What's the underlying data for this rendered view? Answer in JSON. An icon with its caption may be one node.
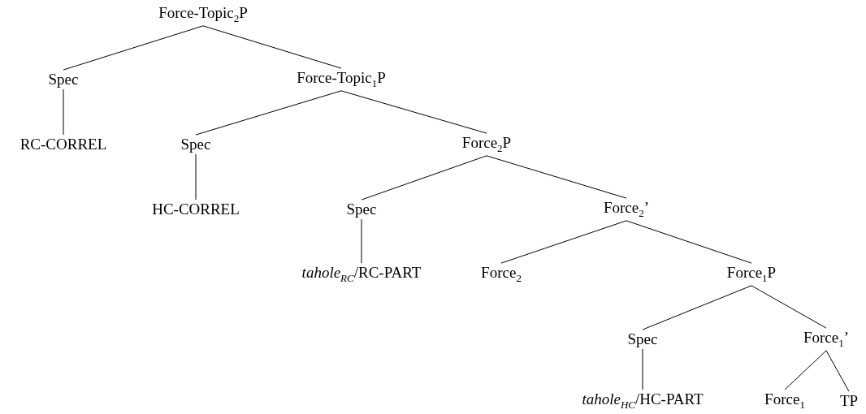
{
  "diagram": {
    "nodes": [
      {
        "text": [
          "Force-Topic$_{2}$P"
        ]
      },
      {
        "text": [
          "Spec"
        ]
      },
      {
        "text": [
          "Force-Topic$_{1}$P"
        ]
      },
      {
        "text": [
          "RC-CORREL"
        ]
      },
      {
        "text": [
          "Spec"
        ]
      },
      {
        "text": [
          "Force$_{2}$P"
        ]
      },
      {
        "text": [
          "HC-CORREL"
        ]
      },
      {
        "text": [
          "Spec"
        ]
      },
      {
        "text": [
          "Force$_{2}$’"
        ]
      },
      {
        "text": [
          "*tahole$_{RC}$*/RC-PART"
        ]
      },
      {
        "text": [
          "Force$_{2}$"
        ]
      },
      {
        "text": [
          "Force$_{1}$P"
        ]
      },
      {
        "text": [
          "Spec"
        ]
      },
      {
        "text": [
          "Force$_{1}$’"
        ]
      },
      {
        "text": [
          "*tahole$_{HC}$*/HC-PART"
        ]
      },
      {
        "text": [
          "Force$_{1}$"
        ]
      },
      {
        "text": [
          "TP"
        ]
      }
    ],
    "edges": [
      {
        "from": 0,
        "to": 1,
        "arrow": "none"
      },
      {
        "from": 0,
        "to": 2,
        "arrow": "none"
      },
      {
        "from": 1,
        "to": 3,
        "arrow": "none"
      },
      {
        "from": 2,
        "to": 4,
        "arrow": "none"
      },
      {
        "from": 2,
        "to": 5,
        "arrow": "none"
      },
      {
        "from": 4,
        "to": 6,
        "arrow": "none"
      },
      {
        "from": 5,
        "to": 7,
        "arrow": "none"
      },
      {
        "from": 5,
        "to": 8,
        "arrow": "none"
      },
      {
        "from": 7,
        "to": 9,
        "arrow": "none"
      },
      {
        "from": 8,
        "to": 10,
        "arrow": "none"
      },
      {
        "from": 8,
        "to": 11,
        "arrow": "none"
      },
      {
        "from": 11,
        "to": 12,
        "arrow": "none"
      },
      {
        "from": 11,
        "to": 13,
        "arrow": "none"
      },
      {
        "from": 12,
        "to": 14,
        "arrow": "none"
      },
      {
        "from": 13,
        "to": 15,
        "arrow": "none"
      },
      {
        "from": 13,
        "to": 16,
        "arrow": "none"
      }
    ]
  }
}
